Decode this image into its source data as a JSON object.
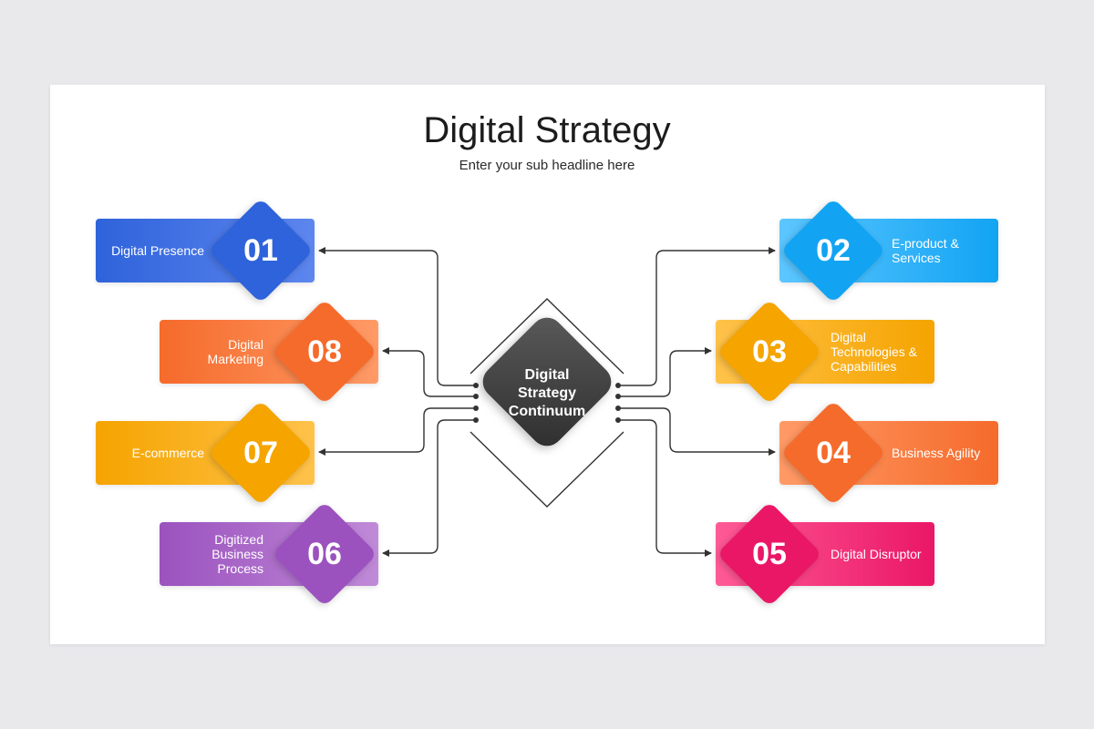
{
  "title": "Digital Strategy",
  "subtitle": "Enter your sub headline here",
  "center": {
    "line1": "Digital",
    "line2": "Strategy",
    "line3": "Continuum",
    "color": "#3f3f3f"
  },
  "items": [
    {
      "num": "01",
      "lines": [
        "Digital Presence"
      ],
      "color": "#2f63db"
    },
    {
      "num": "02",
      "lines": [
        "E-product &",
        "Services"
      ],
      "color": "#12a4f3"
    },
    {
      "num": "03",
      "lines": [
        "Digital",
        "Technologies &",
        "Capabilities"
      ],
      "color": "#f5a400"
    },
    {
      "num": "04",
      "lines": [
        "Business Agility"
      ],
      "color": "#f56b2b"
    },
    {
      "num": "05",
      "lines": [
        "Digital Disruptor"
      ],
      "color": "#ea1767"
    },
    {
      "num": "06",
      "lines": [
        "Digitized",
        "Business",
        "Process"
      ],
      "color": "#9b52be"
    },
    {
      "num": "07",
      "lines": [
        "E-commerce"
      ],
      "color": "#f5a400"
    },
    {
      "num": "08",
      "lines": [
        "Digital",
        "Marketing"
      ],
      "color": "#f56b2b"
    }
  ]
}
